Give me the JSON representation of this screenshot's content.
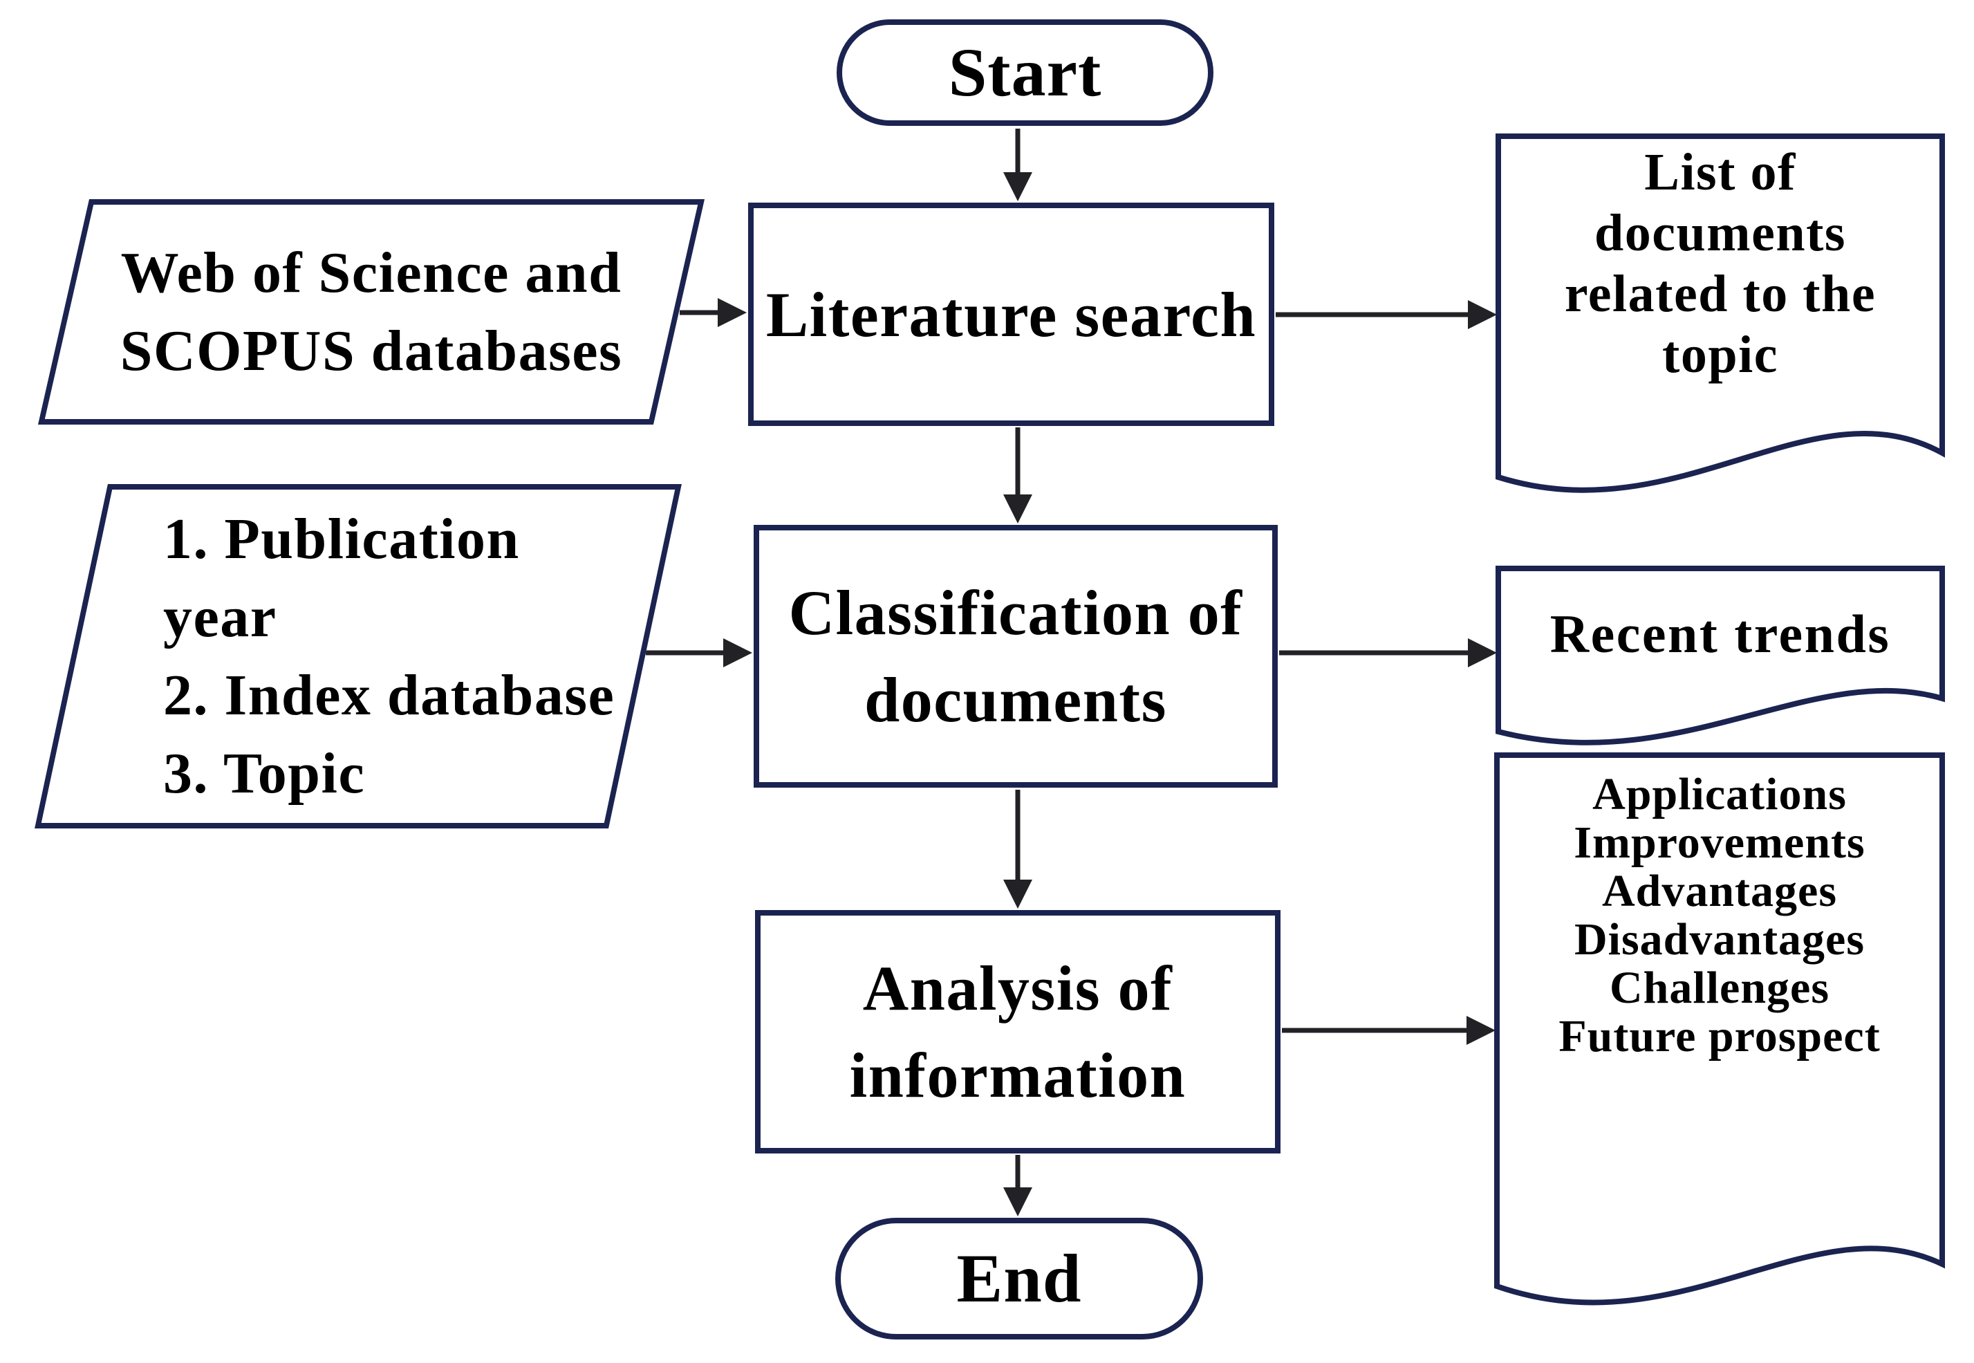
{
  "diagram": {
    "type": "flowchart",
    "colors": {
      "shape_border": "#1b2350",
      "arrow": "#222226",
      "text": "#000000",
      "background": "#ffffff"
    },
    "nodes": {
      "start": {
        "shape": "terminator",
        "label": "Start"
      },
      "literature_search": {
        "shape": "process",
        "label": "Literature search"
      },
      "classification": {
        "shape": "process",
        "lines": [
          "Classification of",
          "documents"
        ]
      },
      "analysis": {
        "shape": "process",
        "lines": [
          "Analysis of",
          "information"
        ]
      },
      "end": {
        "shape": "terminator",
        "label": "End"
      },
      "input_databases": {
        "shape": "parallelogram",
        "lines": [
          "Web of Science and",
          "SCOPUS databases"
        ]
      },
      "input_criteria": {
        "shape": "parallelogram",
        "lines": [
          "1. Publication year",
          "2. Index database",
          "3. Topic"
        ]
      },
      "output_documents": {
        "shape": "document",
        "lines": [
          "List of",
          "documents",
          "related to the",
          "topic"
        ]
      },
      "output_trends": {
        "shape": "document",
        "label": "Recent trends"
      },
      "output_analysis": {
        "shape": "document",
        "lines": [
          "Applications",
          "Improvements",
          "Advantages",
          "Disadvantages",
          "Challenges",
          "Future prospect"
        ]
      }
    },
    "edges": [
      {
        "from": "start",
        "to": "literature_search"
      },
      {
        "from": "input_databases",
        "to": "literature_search"
      },
      {
        "from": "literature_search",
        "to": "output_documents"
      },
      {
        "from": "literature_search",
        "to": "classification"
      },
      {
        "from": "input_criteria",
        "to": "classification"
      },
      {
        "from": "classification",
        "to": "output_trends"
      },
      {
        "from": "classification",
        "to": "analysis"
      },
      {
        "from": "analysis",
        "to": "output_analysis"
      },
      {
        "from": "analysis",
        "to": "end"
      }
    ]
  }
}
